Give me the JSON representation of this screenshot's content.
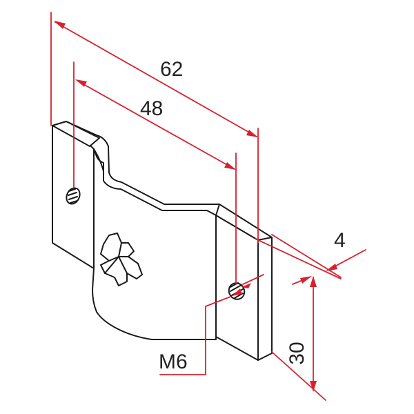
{
  "dimensions": {
    "overall_length": "62",
    "hole_spacing": "48",
    "thickness": "4",
    "height": "30",
    "thread": "M6"
  },
  "colors": {
    "dimension_line": "#d62230",
    "part_outline": "#1a1a1a",
    "label_text": "#222222",
    "background": "#ffffff"
  }
}
